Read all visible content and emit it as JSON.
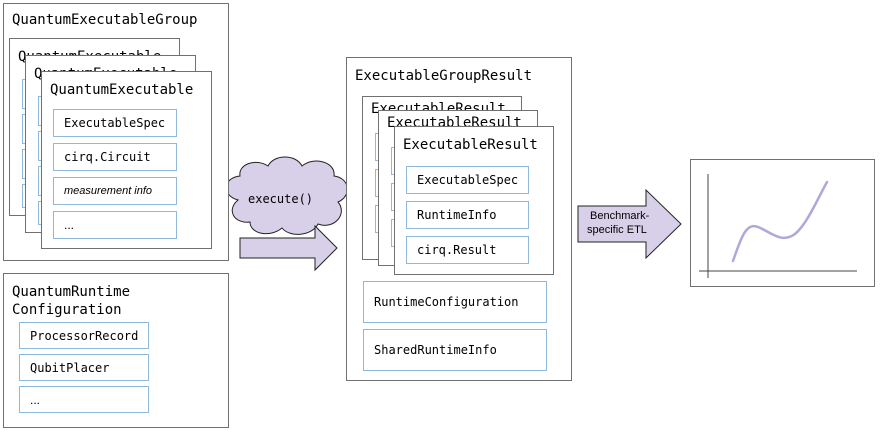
{
  "executable_group": {
    "title": "QuantumExecutableGroup",
    "stack_titles": [
      "QuantumExecutable",
      "QuantumExecutable"
    ],
    "front_title": "QuantumExecutable",
    "items": [
      "ExecutableSpec",
      "cirq.Circuit",
      "measurement info",
      "..."
    ]
  },
  "runtime_config": {
    "title_line1": "QuantumRuntime",
    "title_line2": "Configuration",
    "items": [
      "ProcessorRecord",
      "QubitPlacer",
      "..."
    ]
  },
  "execute_label": "execute()",
  "result_group": {
    "title": "ExecutableGroupResult",
    "stack_titles": [
      "ExecutableResult",
      "ExecutableResult"
    ],
    "front_title": "ExecutableResult",
    "items": [
      "ExecutableSpec",
      "RuntimeInfo",
      "cirq.Result"
    ],
    "runtime_configuration": "RuntimeConfiguration",
    "shared_runtime_info": "SharedRuntimeInfo"
  },
  "etl_label_line1": "Benchmark-",
  "etl_label_line2": "specific ETL",
  "colors": {
    "arrow_fill": "#d8d0e8",
    "cloud_fill": "#d8d0e8",
    "curve": "#b3a6d9",
    "item_border": "#8fb8dd"
  }
}
